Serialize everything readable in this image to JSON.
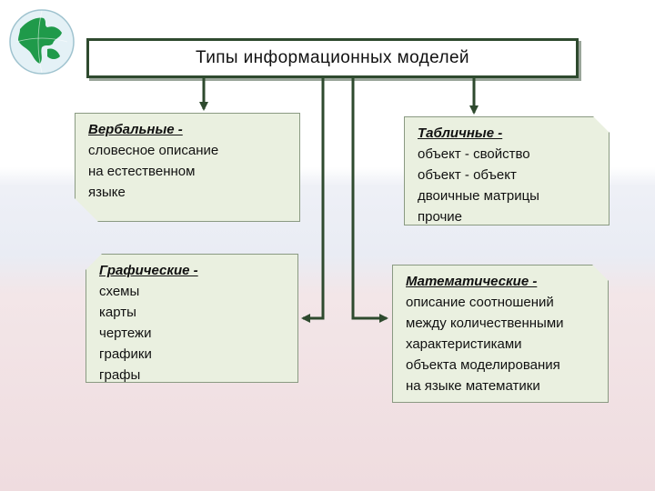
{
  "title": "Типы информационных моделей",
  "cards": {
    "verbal": {
      "heading": "Вербальные -",
      "lines": [
        "словесное описание",
        "на естественном",
        "языке"
      ]
    },
    "tabular": {
      "heading": "Табличные -",
      "lines": [
        "объект - свойство",
        "объект - объект",
        "двоичные матрицы",
        "прочие"
      ]
    },
    "graphic": {
      "heading": "Графические -",
      "lines": [
        "схемы",
        "карты",
        "чертежи",
        "графики",
        "графы"
      ]
    },
    "math": {
      "heading": "Математические -",
      "lines": [
        "описание соотношений",
        "между количественными",
        "характеристиками",
        "объекта моделирования",
        "на языке математики"
      ]
    }
  },
  "colors": {
    "card_fill": "#eaf0e0",
    "connector": "#2e4a2e",
    "globe_land": "#1f9a4a",
    "globe_sea": "#e4f1f6"
  },
  "icons": [
    "globe-logo-icon"
  ]
}
